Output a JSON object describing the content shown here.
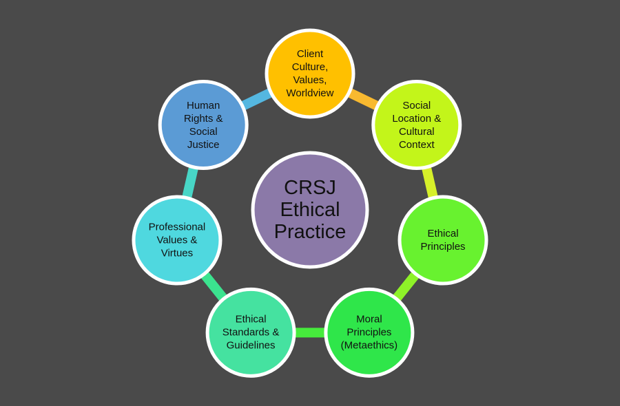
{
  "center": {
    "lines": [
      "CRSJ",
      "Ethical",
      "Practice"
    ],
    "color": "#8b79a8"
  },
  "nodes": [
    {
      "id": "client-culture",
      "lines": [
        "Client",
        "Culture,",
        "Values,",
        "Worldview"
      ],
      "color": "#ffc000"
    },
    {
      "id": "social-location",
      "lines": [
        "Social",
        "Location &",
        "Cultural",
        "Context"
      ],
      "color": "#c3f51a"
    },
    {
      "id": "ethical-principles",
      "lines": [
        "Ethical",
        "Principles"
      ],
      "color": "#68f22f"
    },
    {
      "id": "moral-principles",
      "lines": [
        "Moral",
        "Principles",
        "(Metaethics)"
      ],
      "color": "#2fe64a"
    },
    {
      "id": "ethical-standards",
      "lines": [
        "Ethical",
        "Standards &",
        "Guidelines"
      ],
      "color": "#45e2a0"
    },
    {
      "id": "professional-values",
      "lines": [
        "Professional",
        "Values &",
        "Virtues"
      ],
      "color": "#4fd8df"
    },
    {
      "id": "human-rights",
      "lines": [
        "Human",
        "Rights &",
        "Social",
        "Justice"
      ],
      "color": "#5b9bd5"
    }
  ],
  "ring_colors": [
    "#f8b930",
    "#d6f02a",
    "#8ef228",
    "#46eb3c",
    "#3be38f",
    "#48d6c6",
    "#55b7e0"
  ],
  "background": "#4a4a4a"
}
